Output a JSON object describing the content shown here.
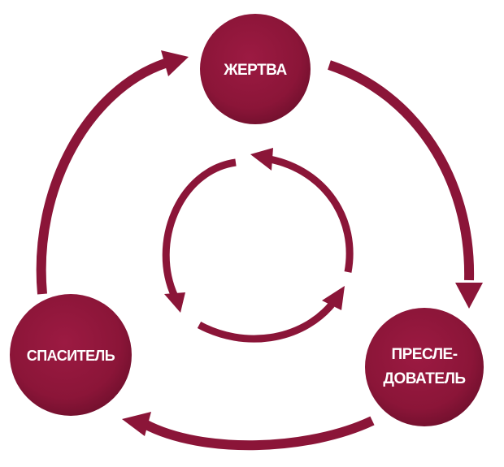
{
  "diagram": {
    "colors": {
      "primary": "#8b1538",
      "node_fill": "#8b1538",
      "node_shadow": "#5e0d26",
      "background": "#ffffff",
      "label": "#ffffff"
    },
    "nodes": {
      "victim": {
        "label": "ЖЕРТВА"
      },
      "persecutor": {
        "label_line1": "ПРЕСЛЕ-",
        "label_line2": "ДОВАТЕЛЬ"
      },
      "rescuer": {
        "label": "СПАСИТЕЛЬ"
      }
    }
  }
}
